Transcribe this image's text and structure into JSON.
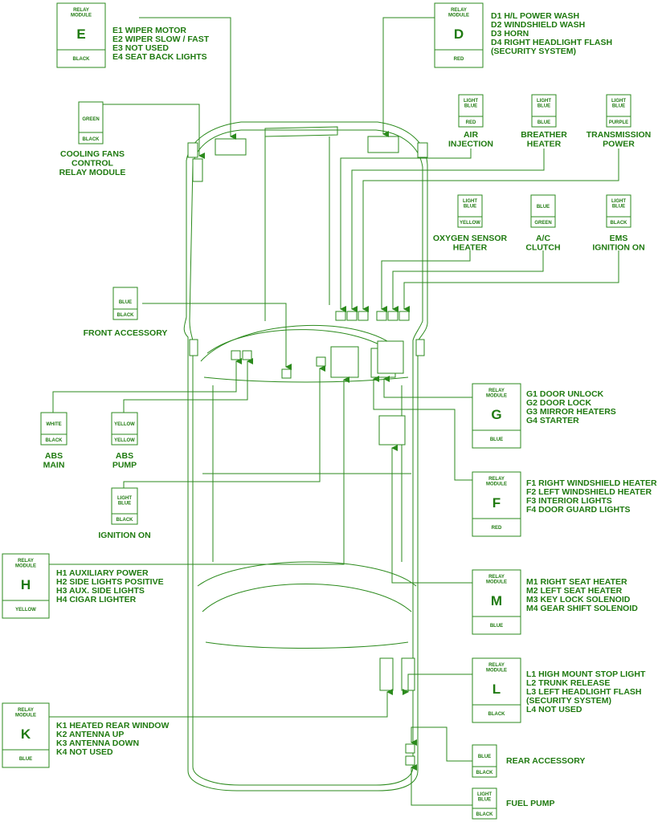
{
  "colors": {
    "ink": "#1f7a10",
    "line": "#2b8a1c",
    "background": "#ffffff"
  },
  "modules": {
    "E": {
      "header": "RELAY\nMODULE",
      "letter": "E",
      "color": "BLACK",
      "items": [
        "E1  WIPER MOTOR",
        "E2  WIPER SLOW / FAST",
        "E3  NOT USED",
        "E4  SEAT BACK LIGHTS"
      ]
    },
    "D": {
      "header": "RELAY\nMODULE",
      "letter": "D",
      "color": "RED",
      "items": [
        "D1  H/L POWER WASH",
        "D2  WINDSHIELD WASH",
        "D3  HORN",
        "D4  RIGHT HEADLIGHT FLASH",
        "      (SECURITY SYSTEM)"
      ]
    },
    "G": {
      "header": "RELAY\nMODULE",
      "letter": "G",
      "color": "BLUE",
      "items": [
        "G1  DOOR UNLOCK",
        "G2  DOOR LOCK",
        "G3  MIRROR HEATERS",
        "G4  STARTER"
      ]
    },
    "F": {
      "header": "RELAY\nMODULE",
      "letter": "F",
      "color": "RED",
      "items": [
        "F1  RIGHT WINDSHIELD HEATER",
        "F2  LEFT WINDSHIELD HEATER",
        "F3  INTERIOR LIGHTS",
        "F4  DOOR GUARD LIGHTS"
      ]
    },
    "H": {
      "header": "RELAY\nMODULE",
      "letter": "H",
      "color": "YELLOW",
      "items": [
        "H1  AUXILIARY POWER",
        "H2  SIDE LIGHTS POSITIVE",
        "H3  AUX. SIDE LIGHTS",
        "H4  CIGAR LIGHTER"
      ]
    },
    "M": {
      "header": "RELAY\nMODULE",
      "letter": "M",
      "color": "BLUE",
      "items": [
        "M1  RIGHT SEAT HEATER",
        "M2  LEFT SEAT HEATER",
        "M3  KEY LOCK SOLENOID",
        "M4  GEAR SHIFT SOLENOID"
      ]
    },
    "L": {
      "header": "RELAY\nMODULE",
      "letter": "L",
      "color": "BLACK",
      "items": [
        "L1  HIGH MOUNT STOP LIGHT",
        "L2  TRUNK RELEASE",
        "L3  LEFT HEADLIGHT FLASH",
        "      (SECURITY SYSTEM)",
        "L4  NOT USED"
      ]
    },
    "K": {
      "header": "RELAY\nMODULE",
      "letter": "K",
      "color": "BLUE",
      "items": [
        "K1  HEATED REAR WINDOW",
        "K2  ANTENNA UP",
        "K3  ANTENNA DOWN",
        "K4  NOT USED"
      ]
    }
  },
  "relays": {
    "cooling": {
      "top": "GREEN",
      "bottom": "BLACK",
      "label": "COOLING FANS\nCONTROL\nRELAY MODULE"
    },
    "air": {
      "top": "LIGHT\nBLUE",
      "bottom": "RED",
      "label": "AIR\nINJECTION"
    },
    "breather": {
      "top": "LIGHT\nBLUE",
      "bottom": "BLUE",
      "label": "BREATHER\nHEATER"
    },
    "transmission": {
      "top": "LIGHT\nBLUE",
      "bottom": "PURPLE",
      "label": "TRANSMISSION\nPOWER"
    },
    "oxygen": {
      "top": "LIGHT\nBLUE",
      "bottom": "YELLOW",
      "label": "OXYGEN SENSOR\nHEATER"
    },
    "ac": {
      "top": "BLUE",
      "bottom": "GREEN",
      "label": "A/C\nCLUTCH"
    },
    "ems": {
      "top": "LIGHT\nBLUE",
      "bottom": "BLACK",
      "label": "EMS\nIGNITION ON"
    },
    "front_acc": {
      "top": "BLUE",
      "bottom": "BLACK",
      "label": "FRONT ACCESSORY"
    },
    "abs_main": {
      "top": "WHITE",
      "bottom": "BLACK",
      "label": "ABS\nMAIN"
    },
    "abs_pump": {
      "top": "YELLOW",
      "bottom": "YELLOW",
      "label": "ABS\nPUMP"
    },
    "ignition": {
      "top": "LIGHT\nBLUE",
      "bottom": "BLACK",
      "label": "IGNITION ON"
    },
    "rear_acc": {
      "top": "BLUE",
      "bottom": "BLACK",
      "label": "REAR ACCESSORY"
    },
    "fuel": {
      "top": "LIGHT\nBLUE",
      "bottom": "BLACK",
      "label": "FUEL PUMP"
    }
  }
}
